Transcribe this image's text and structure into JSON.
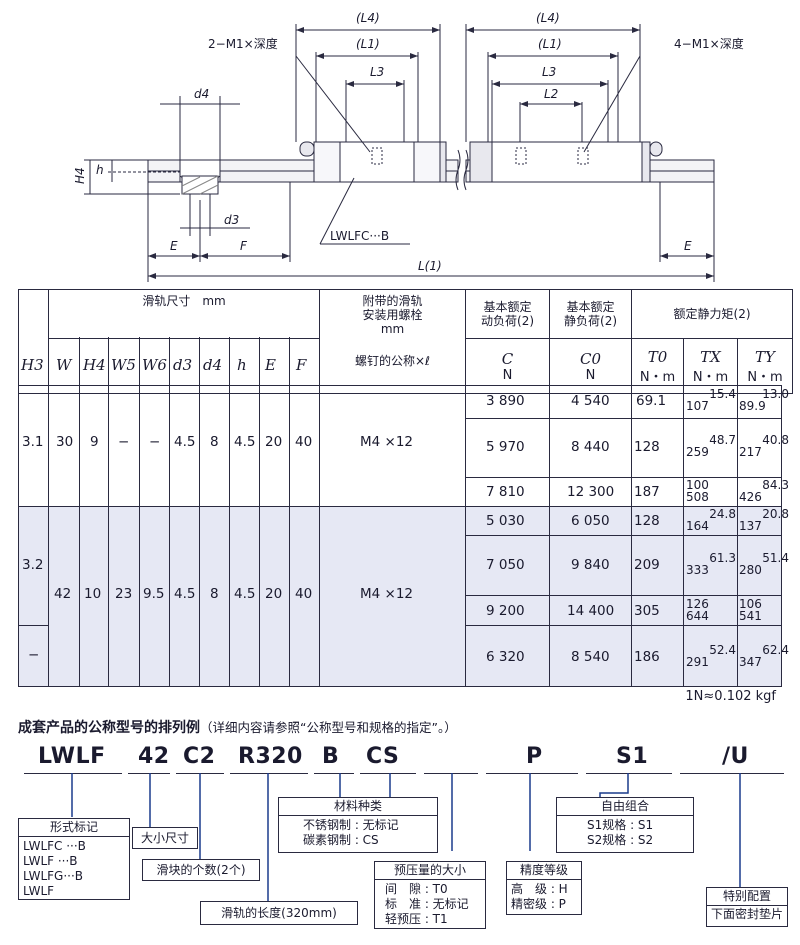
{
  "drawing": {
    "labels": {
      "L4_left": "(L4)",
      "L1_left": "(L1)",
      "L3_left": "L3",
      "L4_right": "(L4)",
      "L1_right": "(L1)",
      "L3_right": "L3",
      "L2_right": "L2",
      "hole_left": "2−M1×深度",
      "hole_right": "4−M1×深度",
      "d4": "d4",
      "d3": "d3",
      "H4": "H4",
      "h": "h",
      "E_left": "E",
      "F": "F",
      "E_right": "E",
      "L": "L(1)",
      "model": "LWLFC···B"
    },
    "accent": "#1a3b8c"
  },
  "table": {
    "header": {
      "rail_dims": "滑轨尺寸　mm",
      "bolt_title_1": "附带的滑轨",
      "bolt_title_2": "安装用螺栓",
      "bolt_title_3": "mm",
      "bolt_sub": "螺钉的公称×ℓ",
      "dyn_1": "基本额定",
      "dyn_2": "动负荷(2)",
      "stat_1": "基本额定",
      "stat_2": "静负荷(2)",
      "moment": "额定静力矩(2)",
      "cols": [
        "H3",
        "W",
        "H4",
        "W5",
        "W6",
        "d3",
        "d4",
        "h",
        "E",
        "F"
      ],
      "C": "C",
      "C_unit": "N",
      "C0": "C0",
      "C0_unit": "N",
      "T0": "T0",
      "TX": "TX",
      "TY": "TY",
      "moment_unit": "N・m"
    },
    "group1": {
      "H3": "3.1",
      "W": "30",
      "H4": "9",
      "W5": "−",
      "W6": "−",
      "d3": "4.5",
      "d4": "8",
      "h": "4.5",
      "E": "20",
      "F": "40",
      "bolt": "M4 ×12",
      "rows": [
        {
          "C": "3 890",
          "C0": "4 540",
          "T0": "69.1",
          "TX_a": "15.4",
          "TX_b": "107",
          "TY_a": "13.0",
          "TY_b": "89.9"
        },
        {
          "C": "5 970",
          "C0": "8 440",
          "T0": "128",
          "TX_a": "48.7",
          "TX_b": "259",
          "TY_a": "40.8",
          "TY_b": "217"
        },
        {
          "C": "7 810",
          "C0": "12 300",
          "T0": "187",
          "TX_a": "100",
          "TX_b": "508",
          "TY_a": "84.3",
          "TY_b": "426"
        }
      ]
    },
    "group2": {
      "H3_a": "3.2",
      "H3_b": "−",
      "W": "42",
      "H4": "10",
      "W5": "23",
      "W6": "9.5",
      "d3": "4.5",
      "d4": "8",
      "h": "4.5",
      "E": "20",
      "F": "40",
      "bolt": "M4 ×12",
      "rows": [
        {
          "C": "5 030",
          "C0": "6 050",
          "T0": "128",
          "TX_a": "24.8",
          "TX_b": "164",
          "TY_a": "20.8",
          "TY_b": "137"
        },
        {
          "C": "7 050",
          "C0": "9 840",
          "T0": "209",
          "TX_a": "61.3",
          "TX_b": "333",
          "TY_a": "51.4",
          "TY_b": "280"
        },
        {
          "C": "9 200",
          "C0": "14 400",
          "T0": "305",
          "TX_a": "126",
          "TX_b": "644",
          "TY_a": "106",
          "TY_b": "541"
        },
        {
          "C": "6 320",
          "C0": "8 540",
          "T0": "186",
          "TX_a": "52.4",
          "TX_b": "291",
          "TY_a": "62.4",
          "TY_b": "347"
        }
      ]
    },
    "note": "1N≈0.102 kgf"
  },
  "ordering": {
    "title": "成套产品的公称型号的排列例",
    "subtitle": "（详细内容请参照“公称型号和规格的指定”。）",
    "codes": [
      "LWLF",
      "42",
      "C2",
      "R320",
      "B",
      "CS",
      "P",
      "S1",
      "/U"
    ],
    "boxes": {
      "type": {
        "title": "形式标记",
        "lines": [
          "LWLFC ···B",
          "LWLF ···B",
          "LWLFG···B",
          "LWLF"
        ]
      },
      "size": {
        "title": "大小尺寸"
      },
      "blocks": {
        "title": "滑块的个数(2个)"
      },
      "rail_len": {
        "title": "滑轨的长度(320mm)"
      },
      "material": {
        "title": "材料种类",
        "lines": [
          "不锈钢制 : 无标记",
          "碳素钢制 : CS"
        ]
      },
      "preload": {
        "title": "预压量的大小",
        "lines": [
          "间　隙 : T0",
          "标　准 : 无标记",
          "轻预压 : T1"
        ]
      },
      "accuracy": {
        "title": "精度等级",
        "lines": [
          "高　级 : H",
          "精密级 : P"
        ]
      },
      "combo": {
        "title": "自由组合",
        "lines": [
          "S1规格 : S1",
          "S2规格 : S2"
        ]
      },
      "special": {
        "title": "特别配置",
        "lines": [
          "下面密封垫片"
        ]
      }
    }
  }
}
